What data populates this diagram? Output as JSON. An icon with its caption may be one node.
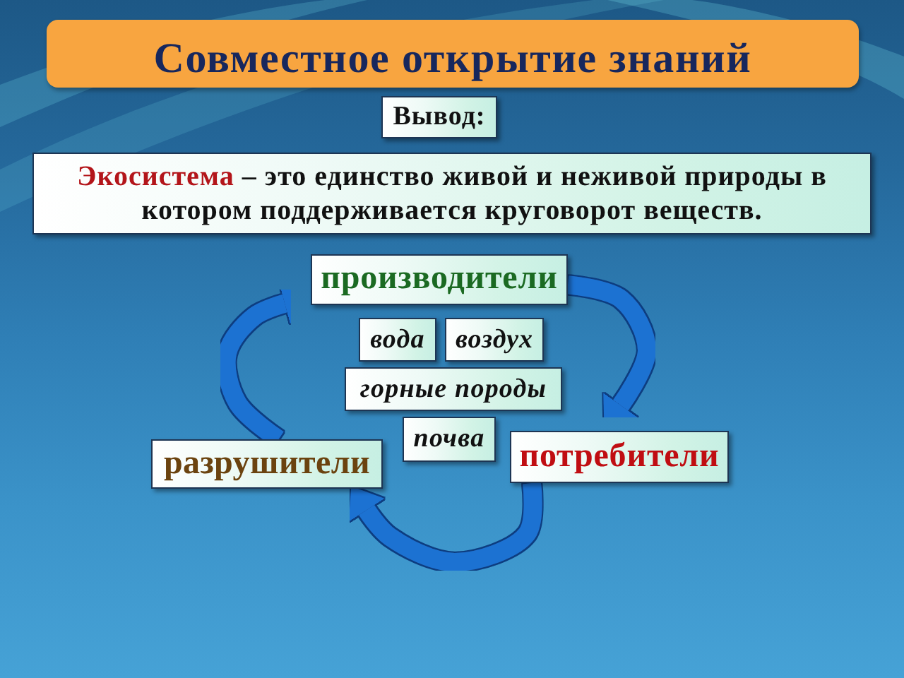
{
  "diagram": {
    "title": "Совместное открытие знаний",
    "nodes": [
      {
        "text": [
          "Вывод:"
        ]
      },
      {
        "text": [
          "Экосистема",
          "– это единство живой и неживой природы в котором поддерживается круговорот веществ."
        ]
      },
      {
        "text": [
          "производители"
        ]
      },
      {
        "text": [
          "вода"
        ]
      },
      {
        "text": [
          "воздух"
        ]
      },
      {
        "text": [
          "горные породы"
        ]
      },
      {
        "text": [
          "почва"
        ]
      },
      {
        "text": [
          "потребители"
        ]
      },
      {
        "text": [
          "разрушители"
        ]
      }
    ],
    "edges": [
      {
        "from": 2,
        "to": 7,
        "arrow": "to"
      },
      {
        "from": 7,
        "to": 8,
        "arrow": "to"
      },
      {
        "from": 8,
        "to": 2,
        "arrow": "to"
      }
    ]
  }
}
